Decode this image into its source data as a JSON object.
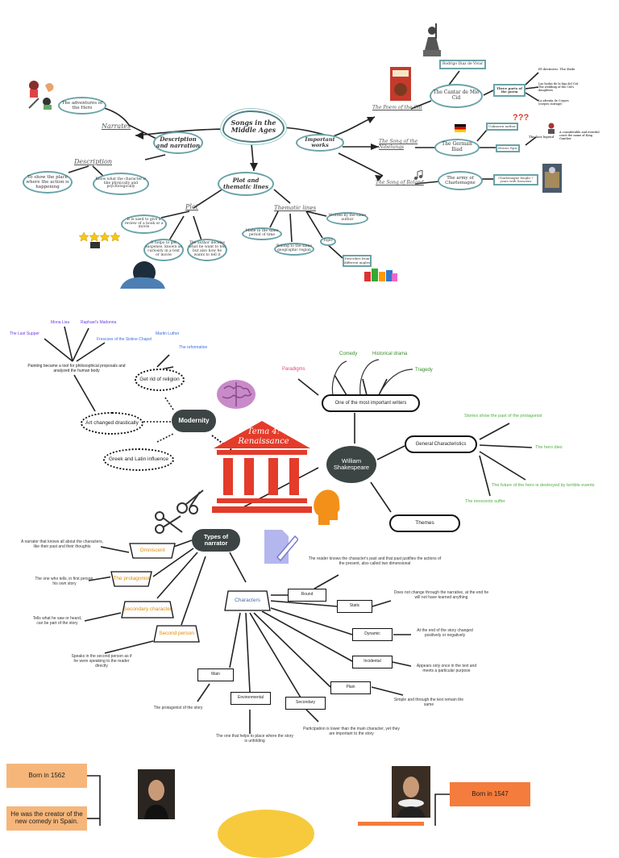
{
  "medieval": {
    "center": "Songs in the Middle Ages",
    "narration": "Description and narration",
    "narrates": "Narrates",
    "adventures": "The adventures of the Hero",
    "description": "Description",
    "show_place": "To show the place where the action is happening",
    "know_character": "Know what the character is like physically and psychologically",
    "plot_thematic": "Plot and thematic lines",
    "plot": "Plot",
    "plot_1": "It is used to give a review of a book or a movie",
    "plot_2": "It helps to get suspense, known as curiosity in a text or movie",
    "plot_3": "The author decides what he want to tell but also how he wants to tell it",
    "thematic_lines": "Thematic lines",
    "th_1": "Written by the same author",
    "th_2": "Made in the same period of time",
    "th_3": "Belong to the same geographic region",
    "th_4": "Topic",
    "th_5": "Describes from different angles",
    "important_works": "Important works",
    "poem_cid": "The Poem of the Cid",
    "cantar": "The Cantar de Mio Cid",
    "rodrigo": "Rodrigo Diaz de Vivar",
    "three_parts": "Three parts of the poem",
    "part_1": "El destierro. The Exile",
    "part_2": "Las bodas de la hija del Cid. The wedding of the Cid's daughters",
    "part_3": "La afrenta de Corpes (corpes outrage)",
    "nibelungs": "The Song of the Nibelungs",
    "german_iliad": "The German Iliad",
    "unknown_author": "Unknown author",
    "heroic_epic": "Heroic Epic",
    "last_legend": "The last legend",
    "court": "A considerable and eventful court the name of King Gunther",
    "roland": "The Song of Roland",
    "army": "The army of Charlemagne",
    "charlemagne": "Charlemagne fought 7 years with Saracens",
    "question_marks": "???"
  },
  "renaissance": {
    "title": "Tema 4: Renaissance",
    "modernity": "Modernity",
    "get_rid": "Get rid of religion",
    "art_changed": "Art changed drastically",
    "greek_latin": "Greek and Latin influence",
    "painting": "Painting became a tool for philosophical proposals and analyzed the human body",
    "last_supper": "The Last Supper",
    "mona_lisa": "Mona Lisa",
    "raphael": "Raphael's Madonna",
    "sistine": "Frescoes of the Sistine Chapel",
    "luther": "Martin Luther",
    "reformation": "The reformation",
    "shakespeare": "William Shakespeare",
    "one_most": "One of the most important writers",
    "paradigms": "Paradigms",
    "comedy": "Comedy",
    "historical": "Historical drama",
    "tragedy": "Tragedy",
    "general": "General Characteristics",
    "gc_1": "Stories show the past of the protagonist",
    "gc_2": "The hero dies",
    "gc_3": "The future of the hero is destroyed by terrible events",
    "gc_4": "The innocents suffer",
    "themes": "Themes",
    "types_narrator": "Types of narrator",
    "omniscent": "Omniscent",
    "omniscent_desc": "A narrator that knows all about the characters, like their past and their thoughts",
    "protagonist": "The protagonist",
    "protagonist_desc": "The one who tells, in first person, his own story",
    "secondary_char": "Secondary character",
    "secondary_char_desc": "Tells what he saw or heard, can be part of the story",
    "second_person": "Second person",
    "second_person_desc": "Speaks in the second person as if he were speaking to the reader directly",
    "characters": "Characters",
    "round": "Round",
    "round_desc": "The reader knows the character's past and that past justifies the actions of the present, also called two dimensional",
    "static": "Static",
    "static_desc": "Does not change through the narrative, at the end he will not have learned anything",
    "dynamic": "Dynamic",
    "dynamic_desc": "At the end of the story changed positively or negatively",
    "incidental": "Incidental",
    "incidental_desc": "Appears only once in the text and meets a particular purpose",
    "plain": "Plain",
    "plain_desc": "Simple and through the text remain the same",
    "secondary": "Secondary",
    "secondary_desc": "Participation is lower than the main character, yet they are important to the story",
    "environmental": "Environmental",
    "environmental_desc": "The one that helps to place where the story is unfolding",
    "main": "Main",
    "main_desc": "The protagonist of the story"
  },
  "bottom": {
    "born_1562": "Born in 1562",
    "creator": "He was the creator of the new comedy in Spain.",
    "born_1547": "Born in 1547"
  },
  "colors": {
    "teal": "#6aa3a8",
    "red": "#e43b2a",
    "orange_text": "#e08a00",
    "green_text": "#4caf3c",
    "purple_text": "#6a3de8",
    "blue_text": "#3b6fe0",
    "pink_text": "#e0487a"
  },
  "icons": [
    "superhero-icon",
    "knight-statue-icon",
    "book-cover-icon",
    "german-flag-icon",
    "music-note-icon",
    "painting-icon",
    "stars-icon",
    "person-reading-icon",
    "books-icon",
    "brain-icon",
    "scissors-icon",
    "pen-document-icon",
    "head-silhouette-icon",
    "portrait-icon"
  ]
}
